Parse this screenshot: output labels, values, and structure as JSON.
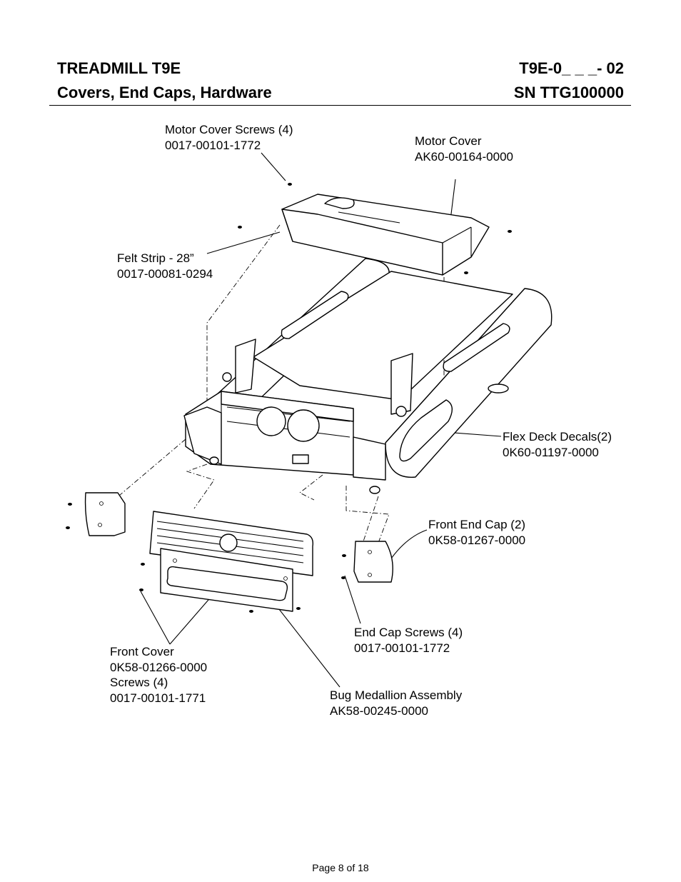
{
  "header": {
    "title_line1": "TREADMILL T9E",
    "title_line2": "Covers, End Caps, Hardware",
    "model_line1": "T9E-0_ _ _- 02",
    "model_line2": "SN TTG100000"
  },
  "callouts": {
    "motor_cover_screws": {
      "name": "Motor Cover Screws (4)",
      "part": "0017-00101-1772"
    },
    "motor_cover": {
      "name": "Motor Cover",
      "part": "AK60-00164-0000"
    },
    "felt_strip": {
      "name": "Felt Strip - 28”",
      "part": "0017-00081-0294"
    },
    "flex_deck_decals": {
      "name": "Flex Deck Decals(2)",
      "part": "0K60-01197-0000"
    },
    "front_end_cap": {
      "name": "Front End Cap (2)",
      "part": "0K58-01267-0000"
    },
    "end_cap_screws": {
      "name": "End Cap Screws (4)",
      "part": "0017-00101-1772"
    },
    "front_cover": {
      "name": "Front Cover",
      "part": "0K58-01266-0000",
      "screws_name": "Screws (4)",
      "screws_part": "0017-00101-1771"
    },
    "bug_medallion": {
      "name": "Bug Medallion Assembly",
      "part": "AK58-00245-0000"
    }
  },
  "footer": {
    "page": "Page 8 of 18"
  }
}
